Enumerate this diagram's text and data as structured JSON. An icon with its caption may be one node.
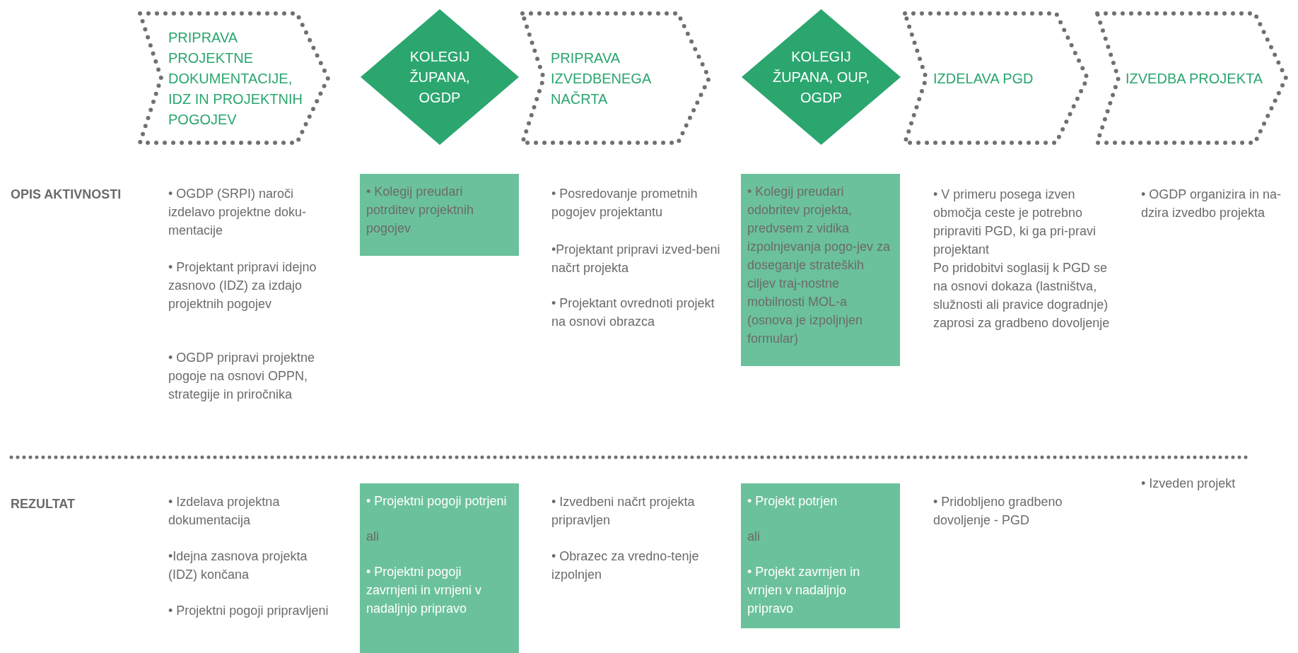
{
  "diagram": {
    "nodes": [
      {
        "text": [
          "PRIPRAVA PROJEKTNE DOKUMENTACIJE, IDZ IN PROJEKTNIH POGOJEV"
        ]
      },
      {
        "text": [
          "KOLEGIJ ŽUPANA, OGDP"
        ]
      },
      {
        "text": [
          "PRIPRAVA IZVEDBENEGA NAČRTA"
        ]
      },
      {
        "text": [
          "KOLEGIJ ŽUPANA, OUP, OGDP"
        ]
      },
      {
        "text": [
          "IZDELAVA PGD"
        ]
      },
      {
        "text": [
          "IZVEDBA PROJEKTA"
        ]
      },
      {
        "text": [
          "• Kolegij preudari potrditev projektnih pogojev"
        ]
      },
      {
        "text": [
          "• Kolegij preudari odobritev projekta, predvsem z vidika izpolnjevanja pogo-jev za doseganje strateških ciljev traj-nostne mobilnosti MOL-a (osnova je izpoljnjen formular)"
        ]
      },
      {
        "text": [
          "• Projektni pogoji potrjeni",
          "ali",
          "• Projektni pogoji zavrnjeni in vrnjeni v nadaljnjo pripravo"
        ]
      },
      {
        "text": [
          "• Projekt potrjen",
          "ali",
          "• Projekt zavrnjen in vrnjen v nadaljnjo pripravo"
        ]
      }
    ],
    "labels": [
      "OPIS AKTIVNOSTI",
      "• OGDP (SRPI) naroči izdelavo projektne doku-mentacije",
      "• Projektant pripravi idejno zasnovo (IDZ) za izdajo projektnih pogojev",
      "• OGDP pripravi projektne pogoje na osnovi OPPN, strategije in priročnika",
      "• Posredovanje prometnih pogojev projektantu",
      "•Projektant pripravi izved-beni načrt projekta",
      "• Projektant ovrednoti projekt na osnovi obrazca",
      "• V primeru posega izven območja ceste je potrebno pripraviti PGD, ki ga pri-pravi projektant",
      "Po pridobitvi soglasij k PGD se na osnovi dokaza (lastništva, služnosti ali pravice dogradnje) zaprosi za gradbeno dovoljenje",
      "• OGDP organizira in na-dzira izvedbo projekta",
      "REZULTAT",
      "• Izdelava projektna dokumentacija",
      "•Idejna zasnova projekta (IDZ) končana",
      "• Projektni pogoji pripravljeni",
      "• Izvedbeni načrt projekta pripravljen",
      "• Obrazec za vredno-tenje izpolnjen",
      "• Pridobljeno gradbeno dovoljenje - PGD",
      "• Izveden projekt"
    ]
  }
}
